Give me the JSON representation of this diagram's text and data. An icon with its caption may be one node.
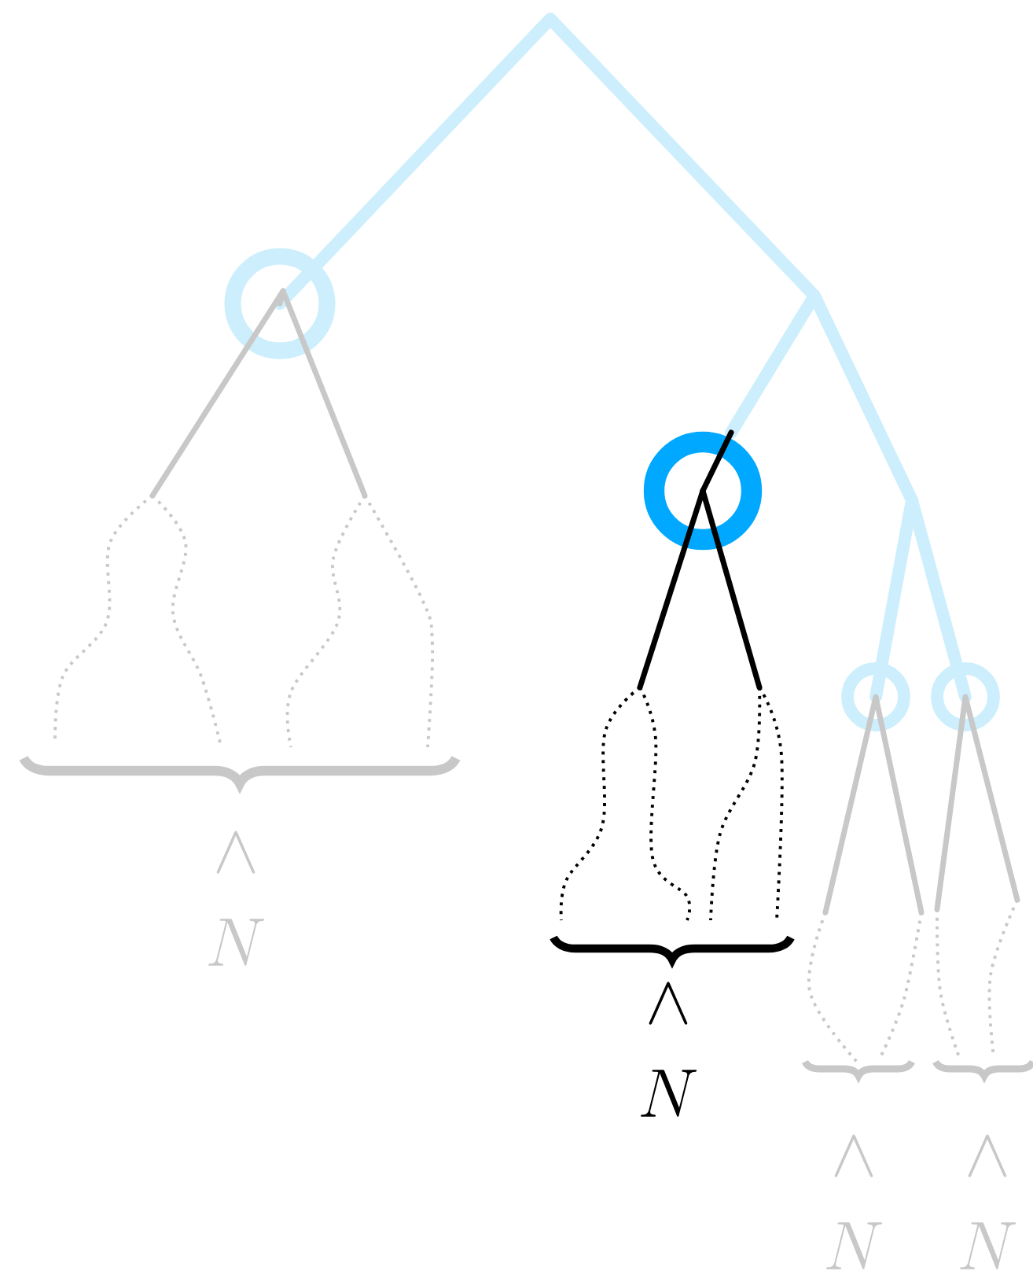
{
  "diagram": {
    "nodes": [
      {
        "text": [],
        "shape": "circle"
      },
      {
        "text": [],
        "shape": "circle"
      },
      {
        "text": [],
        "shape": "circle"
      },
      {
        "text": [],
        "shape": "circle"
      }
    ],
    "labels": [
      "{\\wedge \\atop N}",
      "{\\wedge \\atop N}",
      "{\\wedge \\atop N}",
      "{\\wedge \\atop N}"
    ]
  }
}
